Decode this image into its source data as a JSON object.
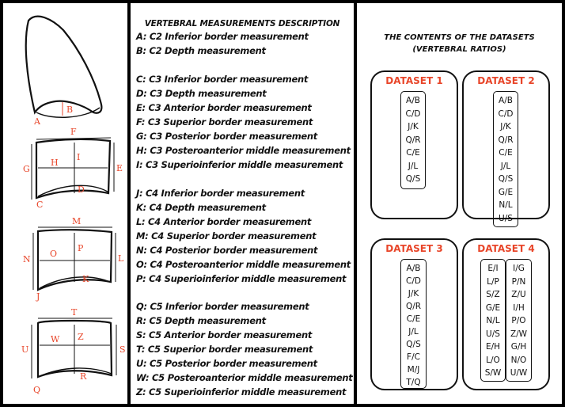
{
  "diagram_labels": {
    "c2": [
      "A",
      "B"
    ],
    "c3": [
      "F",
      "G",
      "H",
      "I",
      "E",
      "D",
      "C"
    ],
    "c4": [
      "M",
      "N",
      "O",
      "P",
      "L",
      "K",
      "J"
    ],
    "c5": [
      "T",
      "U",
      "W",
      "Z",
      "S",
      "R",
      "Q"
    ]
  },
  "description": {
    "title": "VERTEBRAL MEASUREMENTS DESCRIPTION",
    "lines": [
      "A: C2 Inferior border measurement",
      "B: C2 Depth measurement",
      "C: C3 Inferior border measurement",
      "D: C3 Depth measurement",
      "E: C3 Anterior border measurement",
      "F: C3 Superior border measurement",
      "G: C3 Posterior border measurement",
      "H: C3 Posteroanterior middle measurement",
      "I: C3 Superioinferior middle measurement",
      "J:  C4 Inferior border measurement",
      "K: C4 Depth measurement",
      "L:  C4 Anterior border measurement",
      "M: C4 Superior border measurement",
      "N: C4 Posterior border measurement",
      "O: C4 Posteroanterior middle measurement",
      "P: C4 Superioinferior middle measurement",
      "Q: C5 Inferior border measurement",
      "R: C5 Depth measurement",
      "S: C5 Anterior border measurement",
      "T: C5 Superior border measurement",
      "U: C5 Posterior border measurement",
      "W: C5 Posteroanterior middle measurement",
      "Z: C5 Superioinferior middle measurement"
    ]
  },
  "datasets": {
    "title_line1": "THE CONTENTS OF THE DATASETS",
    "title_line2": "(VERTEBRAL RATIOS)",
    "items": [
      {
        "title": "DATASET 1",
        "columns": [
          [
            "A/B",
            "C/D",
            "J/K",
            "Q/R",
            "C/E",
            "J/L",
            "Q/S"
          ]
        ]
      },
      {
        "title": "DATASET 2",
        "columns": [
          [
            "A/B",
            "C/D",
            "J/K",
            "Q/R",
            "C/E",
            "J/L",
            "Q/S",
            "G/E",
            "N/L",
            "U/S"
          ]
        ]
      },
      {
        "title": "DATASET 3",
        "columns": [
          [
            "A/B",
            "C/D",
            "J/K",
            "Q/R",
            "C/E",
            "J/L",
            "Q/S",
            "F/C",
            "M/J",
            "T/Q"
          ]
        ]
      },
      {
        "title": "DATASET 4",
        "columns": [
          [
            "E/I",
            "L/P",
            "S/Z",
            "G/E",
            "N/L",
            "U/S",
            "E/H",
            "L/O",
            "S/W"
          ],
          [
            "I/G",
            "P/N",
            "Z/U",
            "I/H",
            "P/O",
            "Z/W",
            "G/H",
            "N/O",
            "U/W"
          ]
        ]
      }
    ]
  }
}
